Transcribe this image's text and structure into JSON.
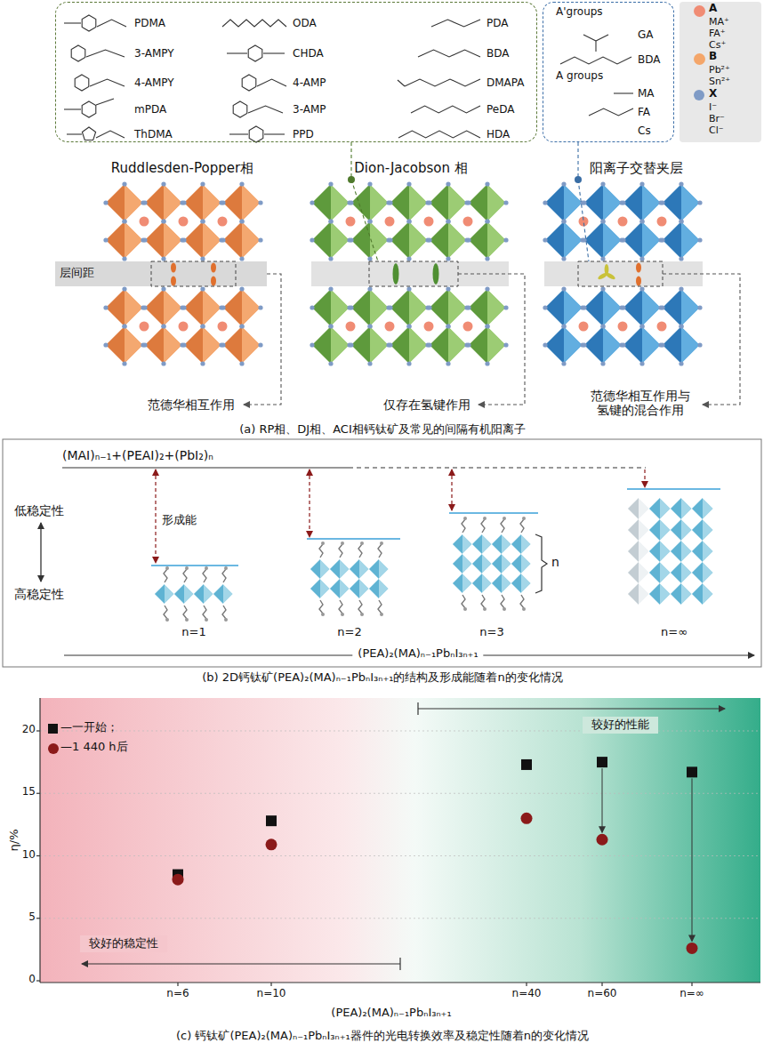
{
  "diagram": {
    "nodes": [
      {
        "text": [
          "PDMA",
          "ODA",
          "PDA",
          "3-AMPY",
          "CHDA",
          "BDA",
          "4-AMPY",
          "4-AMP",
          "DMAPA",
          "mPDA",
          "3-AMP",
          "PeDA",
          "ThDMA",
          "PPD",
          "HDA"
        ]
      },
      {
        "text": [
          "A'groups",
          "GA",
          "BDA",
          "A groups",
          "MA",
          "FA",
          "Cs"
        ]
      },
      {
        "text": [
          "较好的性能"
        ]
      },
      {
        "text": [
          "较好的稳定性"
        ]
      }
    ],
    "labels": [
      "Ruddlesden-Popper相",
      "Dion-Jacobson 相",
      "阳离子交替夹层",
      "层间距",
      "范德华相互作用",
      "仅存在氢键作用",
      "范德华相互作用与氢键的混合作用",
      "(a) RP相、DJ相、ACI相钙钛矿及常见的间隔有机阳离子",
      "MA⁺",
      "FA⁺",
      "Cs⁺",
      "Pb²⁺",
      "Sn²⁺",
      "I⁻",
      "Br⁻",
      "Cl⁻",
      "(MAI)ₙ₋₁+(PEAI)₂+(PbI₂)ₙ",
      "低稳定性",
      "高稳定性",
      "形成能",
      "n=1",
      "n=2",
      "n=3",
      "n",
      "n=∞",
      "(PEA)₂(MA)ₙ₋₁PbₙI₃ₙ₊₁",
      "(b) 2D钙钛矿(PEA)₂(MA)ₙ₋₁PbₙI₃ₙ₊₁的结构及形成能随着n的变化情况",
      "η/%",
      "0",
      "5",
      "10",
      "15",
      "20",
      "n=6",
      "n=10",
      "n=40",
      "n=60",
      "n=∞",
      "(PEA)₂(MA)ₙ₋₁PbₙI₃ₙ₊₁",
      "(c) 钙钛矿(PEA)₂(MA)ₙ₋₁PbₙI₃ₙ₊₁器件的光电转换效率及稳定性随着n的变化情况"
    ],
    "legend": [
      {
        "text": "A",
        "color": "#f08c74"
      },
      {
        "text": "B",
        "color": "#f4a66a"
      },
      {
        "text": "X",
        "color": "#7f9bc6"
      },
      {
        "text": "—一开始；"
      },
      {
        "text": "—1 440 h后"
      }
    ]
  }
}
